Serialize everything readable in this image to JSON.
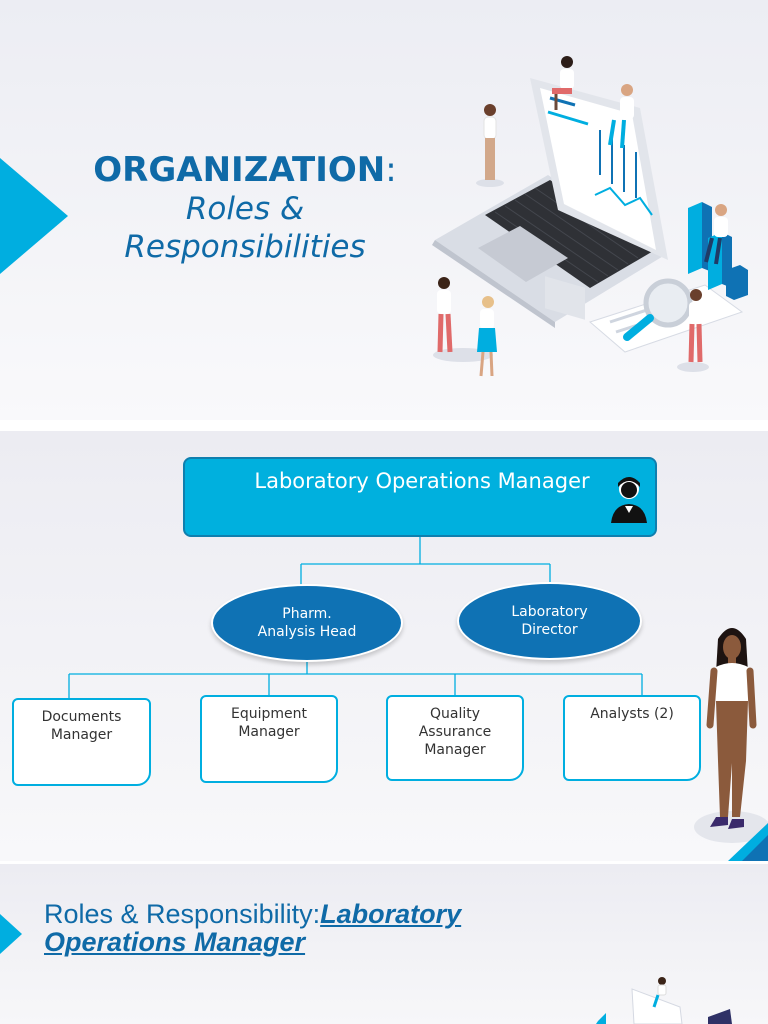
{
  "slide1": {
    "title_main": "ORGANIZATION",
    "title_colon": ":",
    "title_sub_line1": "Roles &",
    "title_sub_line2": "Responsibilities"
  },
  "slide2": {
    "top_node": "Laboratory Operations Manager",
    "mid_nodes": [
      {
        "line1": "Pharm.",
        "line2": "Analysis Head"
      },
      {
        "line1": "Laboratory",
        "line2": "Director"
      }
    ],
    "leaf_nodes": [
      {
        "line1": "Documents",
        "line2": "Manager",
        "line3": ""
      },
      {
        "line1": "Equipment",
        "line2": "Manager",
        "line3": ""
      },
      {
        "line1": "Quality",
        "line2": "Assurance",
        "line3": "Manager"
      },
      {
        "line1": "Analysts (2)",
        "line2": "",
        "line3": ""
      }
    ]
  },
  "slide3": {
    "title_plain": "Roles & Responsibility:",
    "title_emphasis_line1": "Laboratory",
    "title_emphasis_line2": "Operations Manager"
  },
  "colors": {
    "accent": "#00aee0",
    "brand_blue": "#0f6aa7",
    "node_blue": "#0f72b4"
  },
  "icons": [
    "person-manager-icon",
    "laptop-team-illustration",
    "woman-standing-illustration"
  ]
}
